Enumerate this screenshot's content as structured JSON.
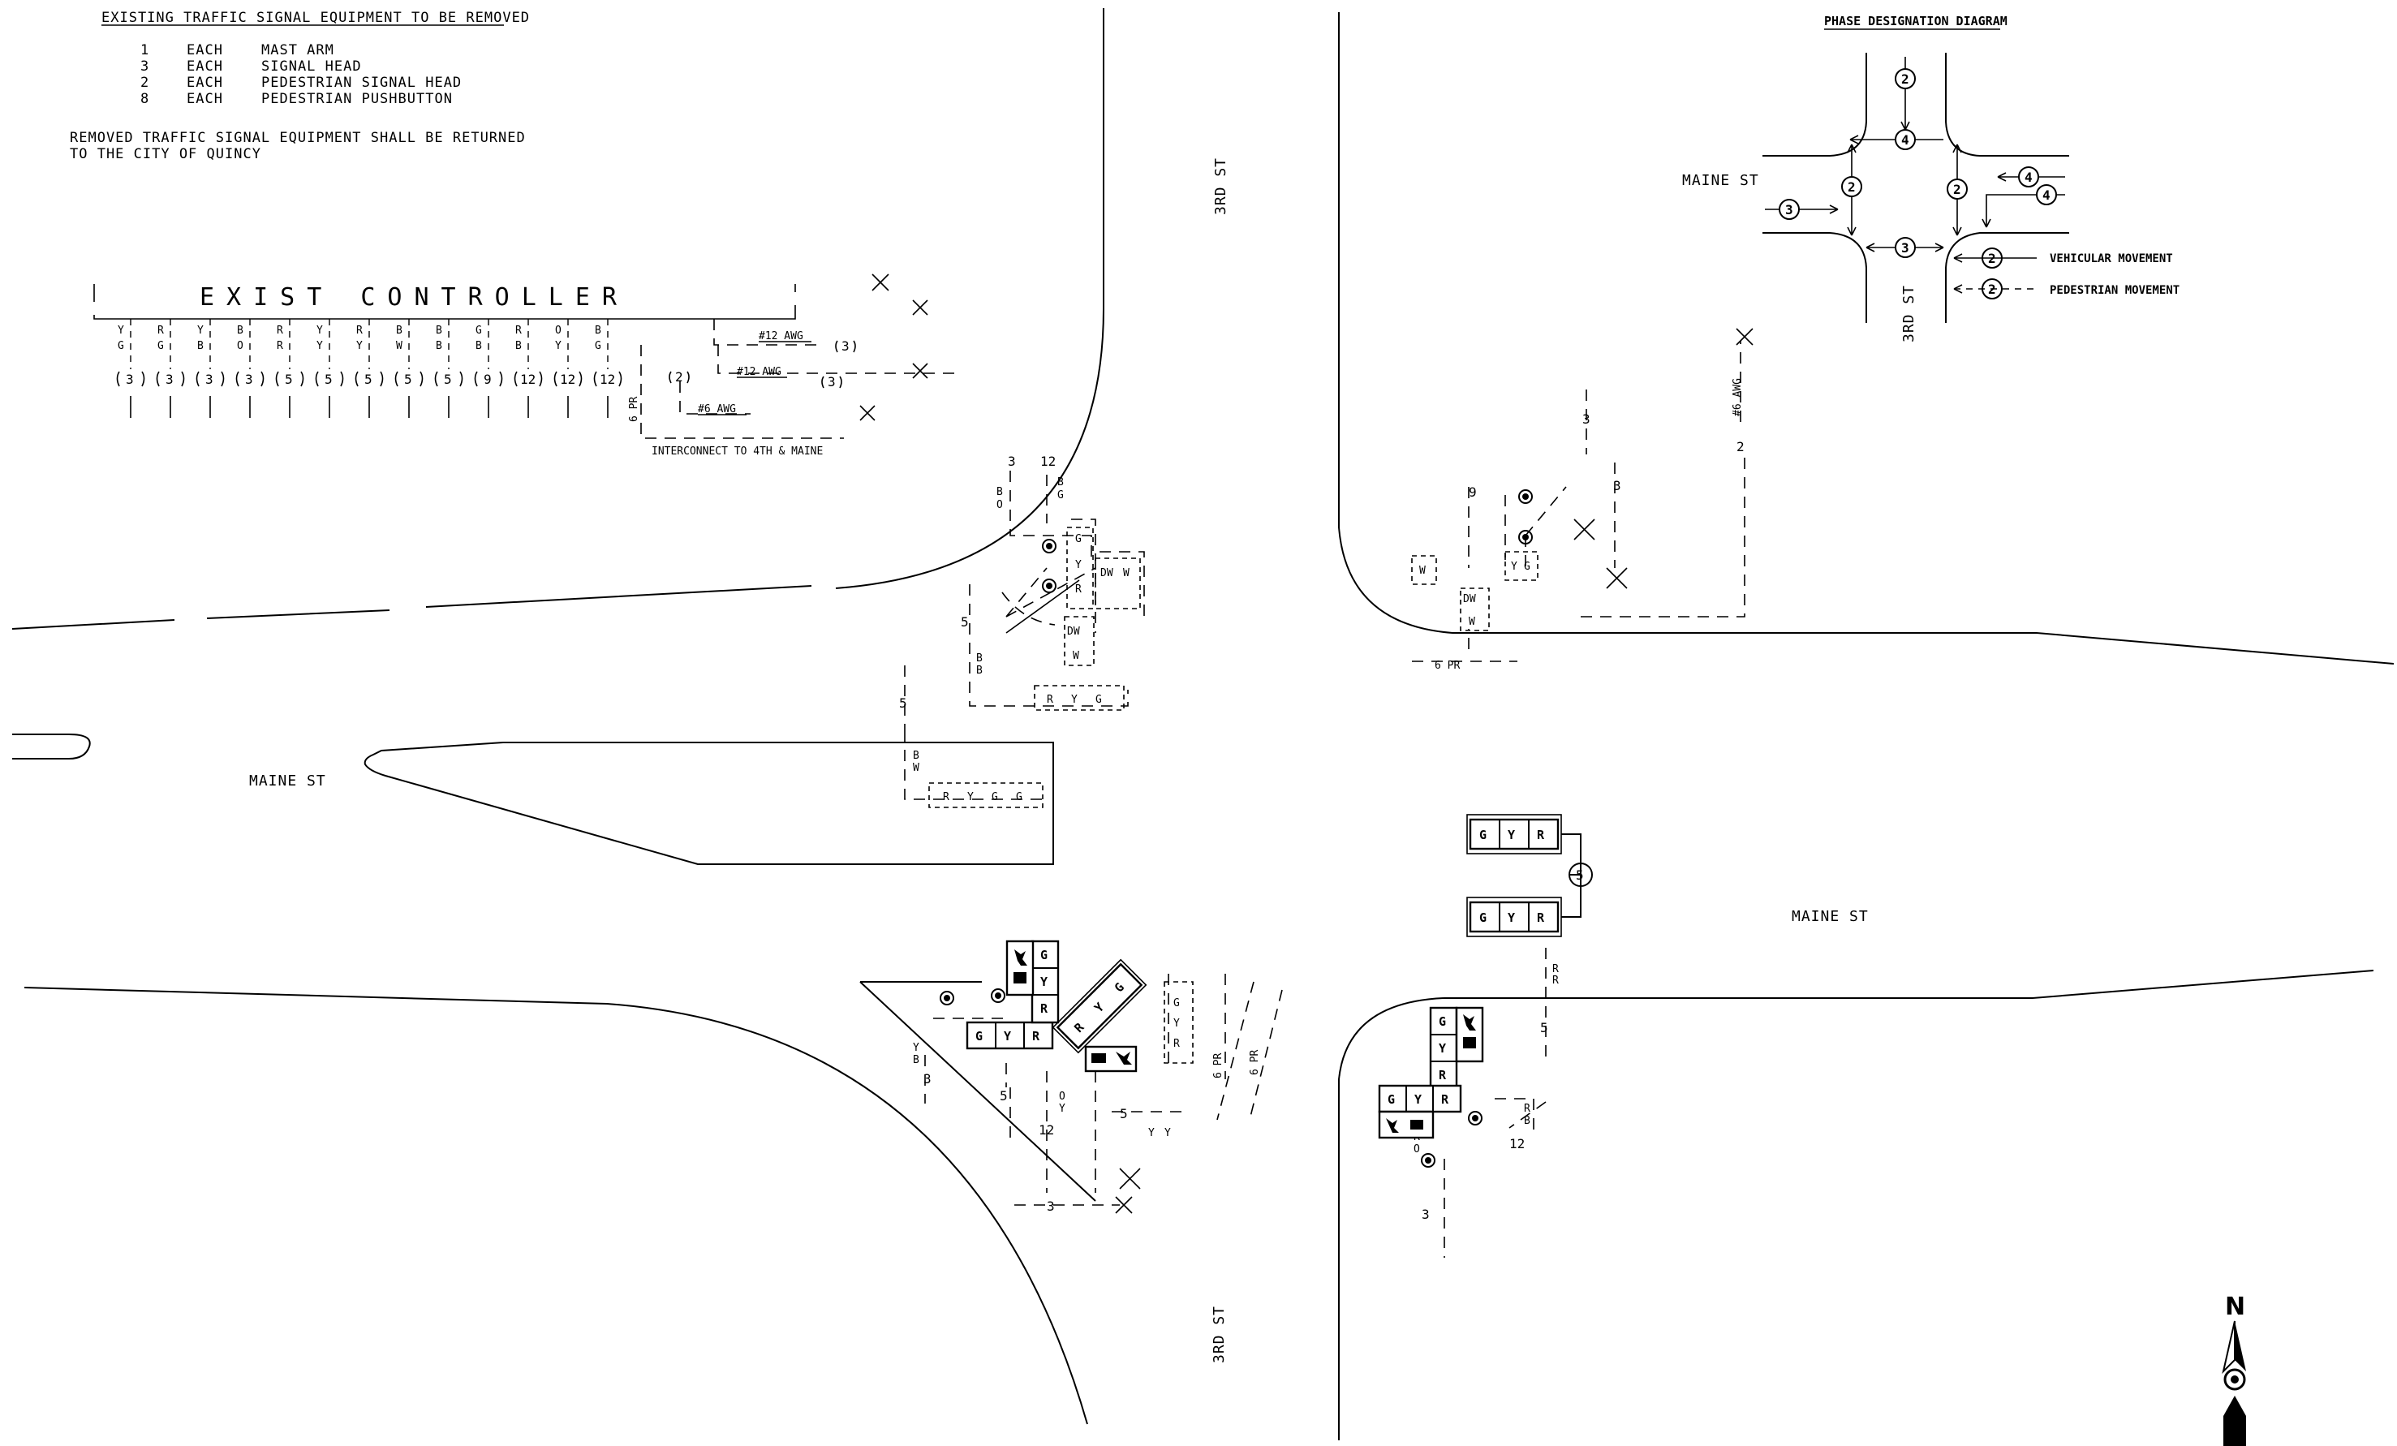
{
  "notes": {
    "title": "EXISTING TRAFFIC SIGNAL EQUIPMENT TO BE REMOVED",
    "items": [
      {
        "qty": "1",
        "unit": "EACH",
        "desc": "MAST ARM"
      },
      {
        "qty": "3",
        "unit": "EACH",
        "desc": "SIGNAL HEAD"
      },
      {
        "qty": "2",
        "unit": "EACH",
        "desc": "PEDESTRIAN SIGNAL HEAD"
      },
      {
        "qty": "8",
        "unit": "EACH",
        "desc": "PEDESTRIAN PUSHBUTTON"
      }
    ],
    "return_line1": "REMOVED TRAFFIC SIGNAL EQUIPMENT SHALL BE RETURNED",
    "return_line2": "TO THE CITY OF QUINCY"
  },
  "controller": {
    "label": "EXIST CONTROLLER",
    "terminals": [
      {
        "top": "Y",
        "bottom": "G",
        "cable": "3"
      },
      {
        "top": "R",
        "bottom": "G",
        "cable": "3"
      },
      {
        "top": "Y",
        "bottom": "B",
        "cable": "3"
      },
      {
        "top": "B",
        "bottom": "O",
        "cable": "3"
      },
      {
        "top": "R",
        "bottom": "R",
        "cable": "5"
      },
      {
        "top": "Y",
        "bottom": "Y",
        "cable": "5"
      },
      {
        "top": "R",
        "bottom": "Y",
        "cable": "5"
      },
      {
        "top": "B",
        "bottom": "W",
        "cable": "5"
      },
      {
        "top": "B",
        "bottom": "B",
        "cable": "5"
      },
      {
        "top": "G",
        "bottom": "B",
        "cable": "9"
      },
      {
        "top": "R",
        "bottom": "B",
        "cable": "12"
      },
      {
        "top": "O",
        "bottom": "Y",
        "cable": "12"
      },
      {
        "top": "B",
        "bottom": "G",
        "cable": "12"
      }
    ],
    "pr_label": "6 PR",
    "pr_cable": "2",
    "awg1": "#12 AWG",
    "awg2": "#12 AWG",
    "awg3": "#6 AWG",
    "awg_cable1": "3",
    "awg_cable2": "3",
    "interconnect": "INTERCONNECT TO 4TH & MAINE"
  },
  "streets": {
    "third_st": "3RD ST",
    "maine_st": "MAINE ST"
  },
  "wiring": {
    "cables": {
      "c3": "3",
      "c5": "5",
      "c9": "9",
      "c12": "12",
      "c2": "2"
    },
    "pr": "6 PR",
    "awg6": "#6 AWG",
    "conductors": {
      "R": "R",
      "Y": "Y",
      "G": "G",
      "B": "B",
      "W": "W",
      "O": "O"
    },
    "dw": "DW",
    "w": "W"
  },
  "phase_diagram": {
    "title": "PHASE DESIGNATION DIAGRAM",
    "street_ew": "MAINE ST",
    "street_ns": "3RD ST",
    "phases": {
      "p2": "2",
      "p3": "3",
      "p4": "4"
    },
    "legend_vehicular": "VEHICULAR MOVEMENT",
    "legend_pedestrian": "PEDESTRIAN MOVEMENT"
  },
  "new_signals": {
    "head_lamps": [
      "G",
      "Y",
      "R"
    ],
    "mast_arm_phase": "5"
  },
  "north_arrow": {
    "label": "N"
  }
}
